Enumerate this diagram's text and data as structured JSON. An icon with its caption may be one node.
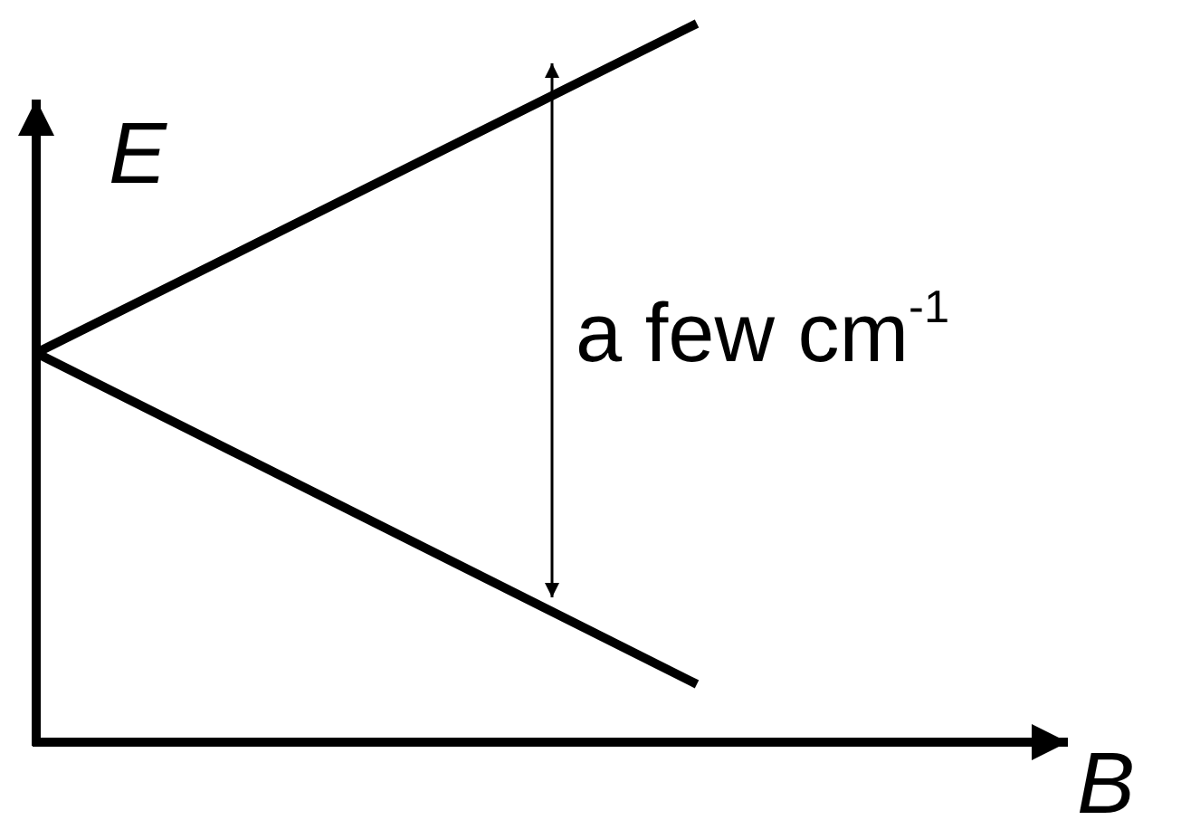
{
  "diagram": {
    "labels": [
      "E",
      "a few cm$^{-1}$",
      "B"
    ]
  }
}
